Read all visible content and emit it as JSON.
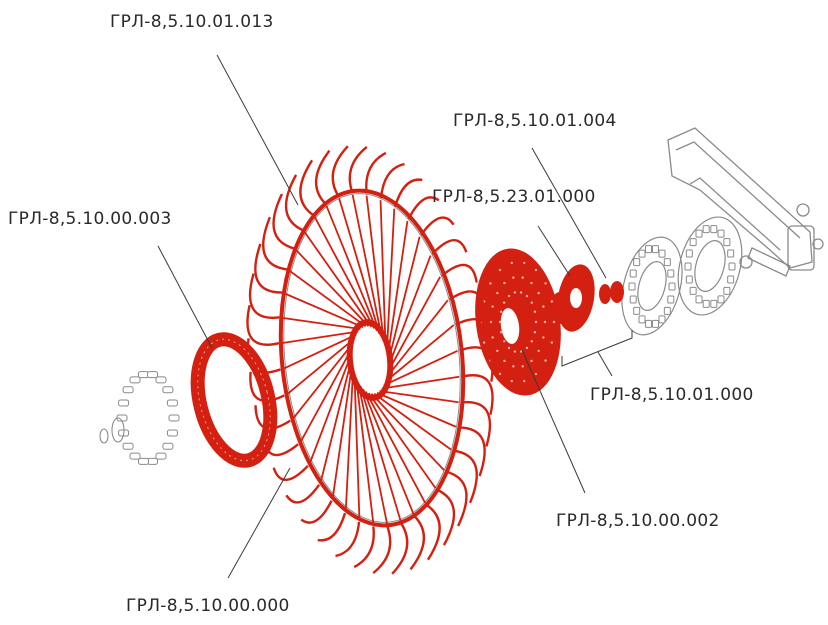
{
  "diagram": {
    "colors": {
      "part_red": "#d42010",
      "outline_grey": "#8a8a8a",
      "leader_line": "#3a3a3a",
      "label_text": "#2a2a2a"
    },
    "labels": {
      "l_013": "ГРЛ-8,5.10.01.013",
      "l_004": "ГРЛ-8,5.10.01.004",
      "l_23": "ГРЛ-8,5.23.01.000",
      "l_003": "ГРЛ-8,5.10.00.003",
      "l_01000": "ГРЛ-8,5.10.01.000",
      "l_002": "ГРЛ-8,5.10.00.002",
      "l_000": "ГРЛ-8,5.10.00.000"
    }
  }
}
